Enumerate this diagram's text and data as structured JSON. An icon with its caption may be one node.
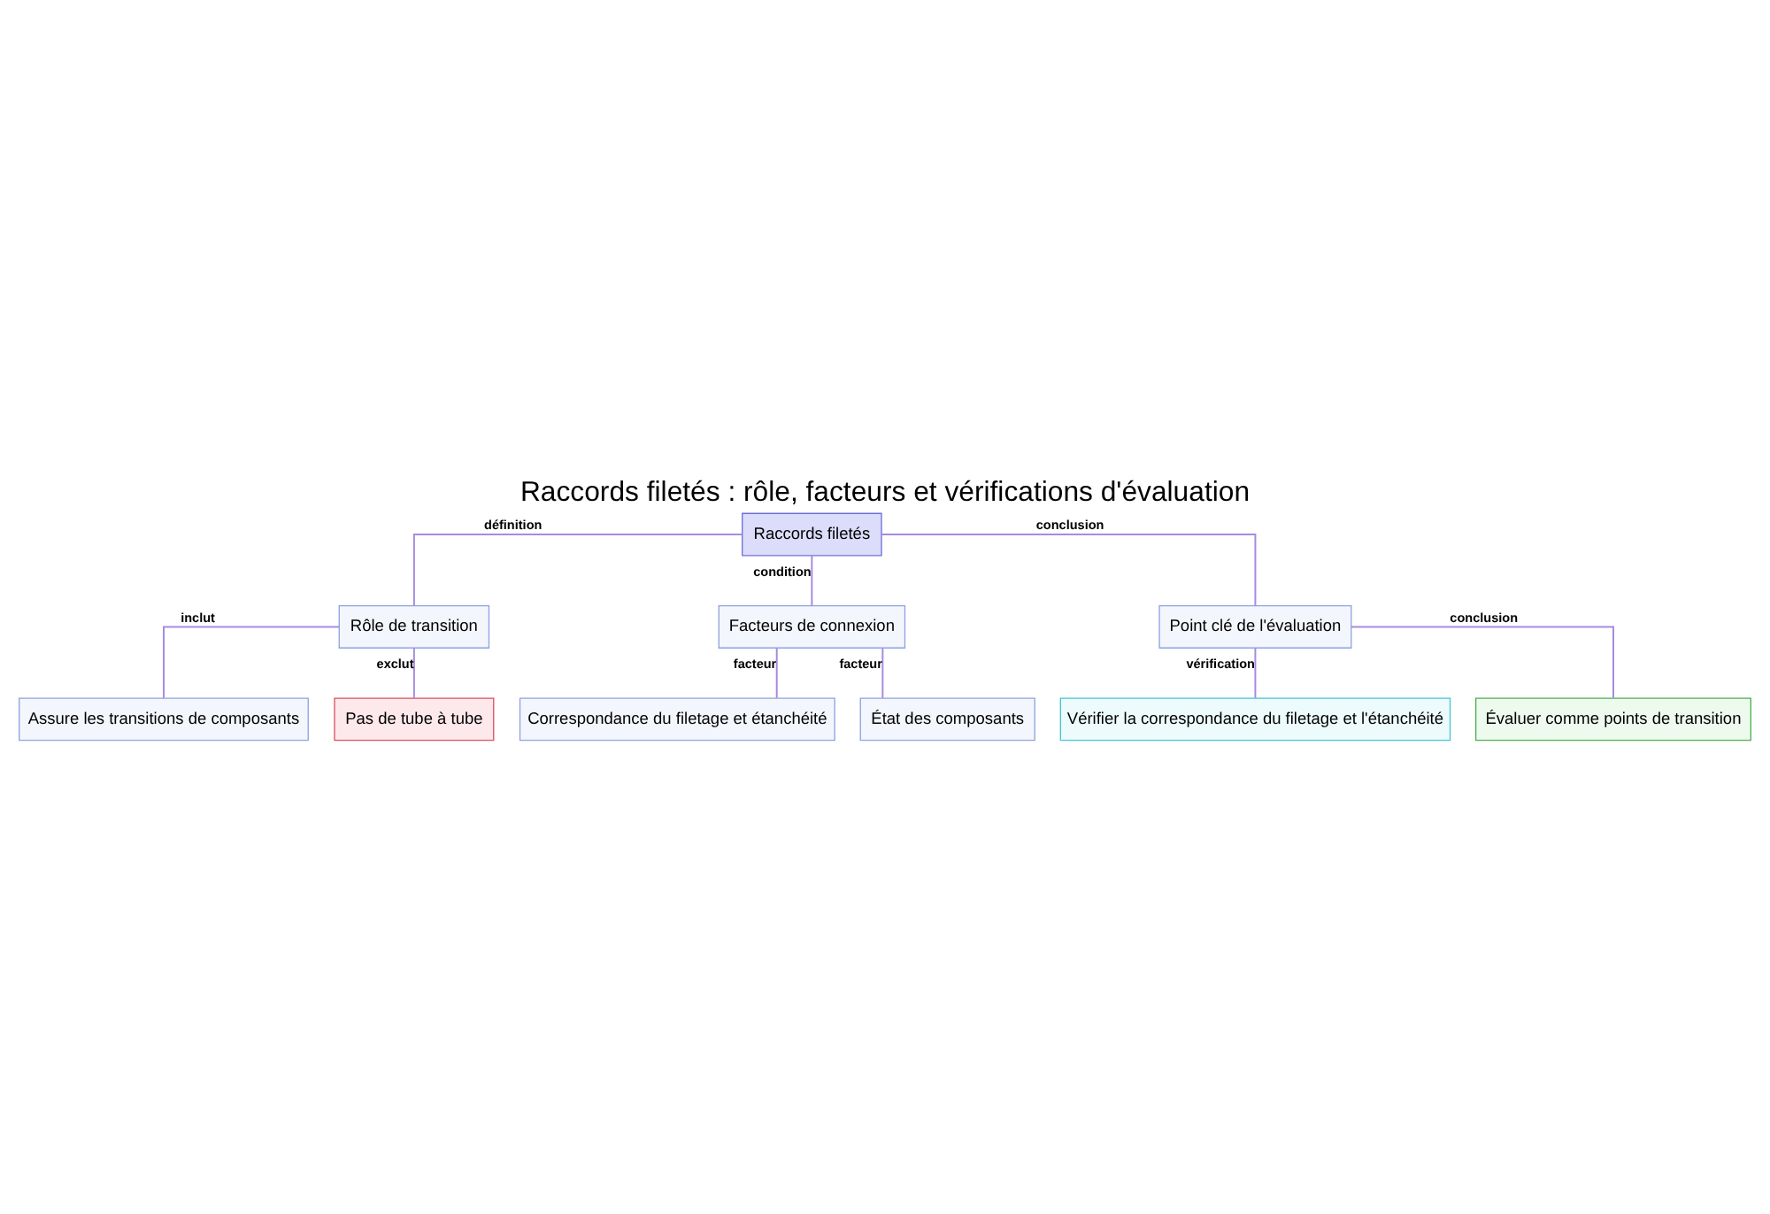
{
  "diagram": {
    "title": "Raccords filetés : rôle, facteurs et vérifications d'évaluation",
    "nodes": [
      {
        "text": [
          "Raccords filetés"
        ]
      },
      {
        "text": [
          "Rôle de transition"
        ]
      },
      {
        "text": [
          "Facteurs de connexion"
        ]
      },
      {
        "text": [
          "Point clé de l'évaluation"
        ]
      },
      {
        "text": [
          "Assure les transitions de composants"
        ]
      },
      {
        "text": [
          "Pas de tube à tube"
        ]
      },
      {
        "text": [
          "Correspondance du filetage et étanchéité"
        ]
      },
      {
        "text": [
          "État des composants"
        ]
      },
      {
        "text": [
          "Vérifier la correspondance du filetage et l'étanchéité"
        ]
      },
      {
        "text": [
          "Évaluer comme points de transition"
        ]
      }
    ],
    "edges": [
      {
        "from": 0,
        "to": 1,
        "arrow": "none",
        "label": "définition"
      },
      {
        "from": 0,
        "to": 2,
        "arrow": "none",
        "label": "condition"
      },
      {
        "from": 0,
        "to": 3,
        "arrow": "none",
        "label": "conclusion"
      },
      {
        "from": 1,
        "to": 4,
        "arrow": "none",
        "label": "inclut"
      },
      {
        "from": 1,
        "to": 5,
        "arrow": "none",
        "label": "exclut"
      },
      {
        "from": 2,
        "to": 6,
        "arrow": "none",
        "label": "facteur"
      },
      {
        "from": 2,
        "to": 7,
        "arrow": "none",
        "label": "facteur"
      },
      {
        "from": 3,
        "to": 8,
        "arrow": "none",
        "label": "vérification"
      },
      {
        "from": 3,
        "to": 9,
        "arrow": "none",
        "label": "conclusion"
      }
    ]
  }
}
